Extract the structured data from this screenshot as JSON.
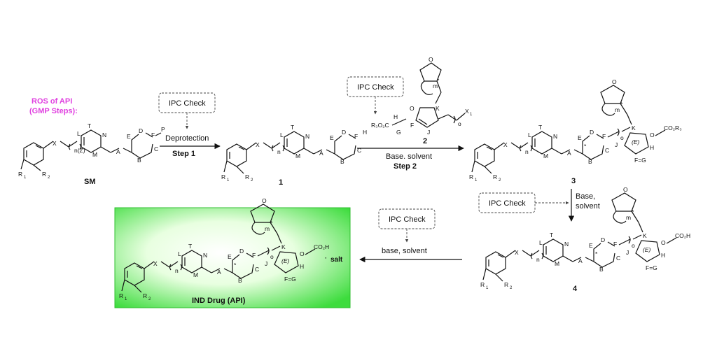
{
  "header": {
    "line1": "ROS of API",
    "line2": "(GMP Steps):",
    "color": "#e040e0"
  },
  "ipc_label": "IPC Check",
  "arrows": {
    "step1": {
      "reagent": "Deprotection",
      "step": "Step 1"
    },
    "step2": {
      "reagent": "Base. solvent",
      "step": "Step 2"
    },
    "step3": {
      "reagent_line1": "Base,",
      "reagent_line2": "solvent"
    },
    "step4": {
      "reagent": "base, solvent"
    }
  },
  "compounds": {
    "sm": "SM",
    "c1": "1",
    "c2": "2",
    "c3": "3",
    "c4": "4",
    "api": "IND Drug (API)",
    "salt": "salt"
  },
  "atoms": {
    "R1": "R",
    "R2": "R",
    "sub1": "1",
    "sub2": "2",
    "X": "X",
    "n": "n",
    "nZ": "n(Z)",
    "T": "T",
    "L": "L",
    "N": "N",
    "M": "M",
    "A": "A",
    "B": "B",
    "C": "C",
    "D": "D",
    "E": "E",
    "F": "F",
    "P": "P",
    "H": "H",
    "G": "G",
    "J": "J",
    "K": "K",
    "O": "O",
    "Q": "O",
    "m": "m",
    "o": "o",
    "star": "*",
    "Eiso": "(E)",
    "FG": "F=G",
    "X1": "X",
    "x1sub": "1",
    "R3O2C": "R₃O₂C",
    "CO2R3": "CO₂R₃",
    "CO2H": "CO₂H"
  },
  "colors": {
    "api_box": "#3ddc3d",
    "api_box_light": "#e8ffe0",
    "ipc_border": "#444444"
  }
}
